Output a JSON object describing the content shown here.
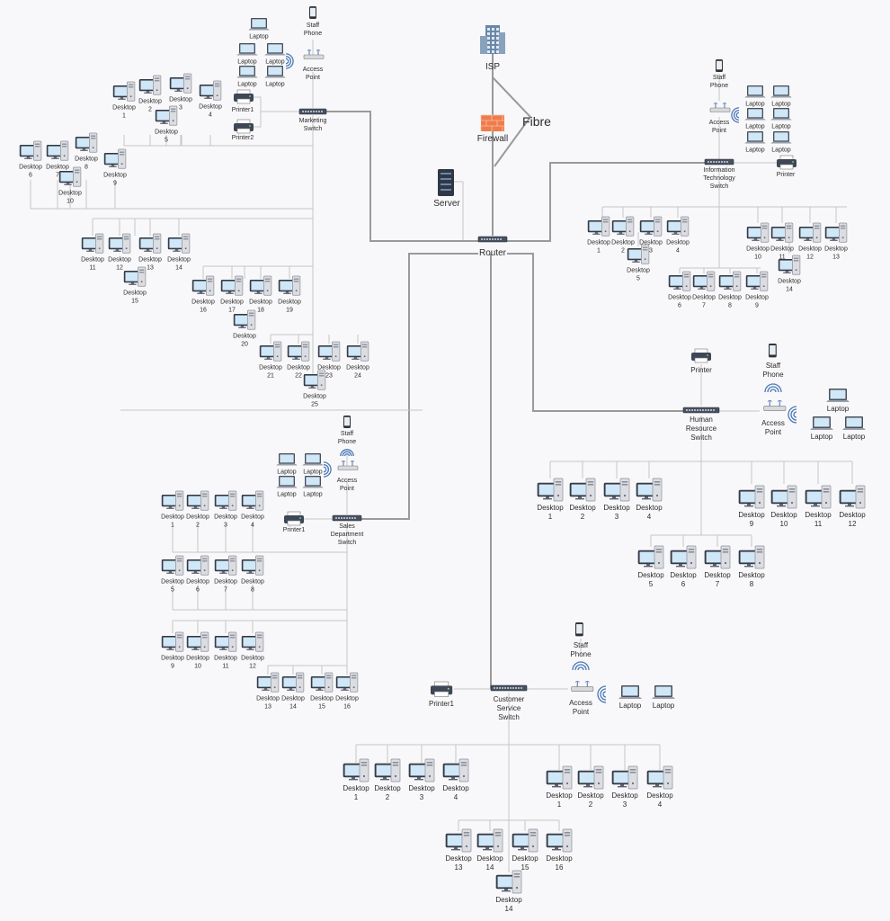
{
  "core": {
    "isp": "ISP",
    "firewall": "Firewall",
    "fibre": "Fibre",
    "server": "Server",
    "router": "Router"
  },
  "marketing": {
    "switch": [
      "Marketing",
      "Switch"
    ],
    "phone": [
      "Staff",
      "Phone"
    ],
    "access_point": [
      "Access",
      "Point"
    ],
    "laptops": [
      "Laptop",
      "Laptop",
      "Laptop",
      "Laptop",
      "Laptop"
    ],
    "printers": [
      "Printer1",
      "Printer2"
    ],
    "desktops": [
      [
        "Desktop",
        "1"
      ],
      [
        "Desktop",
        "2"
      ],
      [
        "Desktop",
        "3"
      ],
      [
        "Desktop",
        "4"
      ],
      [
        "Desktop",
        "5"
      ],
      [
        "Desktop",
        "6"
      ],
      [
        "Desktop",
        "7"
      ],
      [
        "Desktop",
        "8"
      ],
      [
        "Desktop",
        "9"
      ],
      [
        "Desktop",
        "10"
      ],
      [
        "Desktop",
        "11"
      ],
      [
        "Desktop",
        "12"
      ],
      [
        "Desktop",
        "13"
      ],
      [
        "Desktop",
        "14"
      ],
      [
        "Desktop",
        "15"
      ],
      [
        "Desktop",
        "16"
      ],
      [
        "Desktop",
        "17"
      ],
      [
        "Desktop",
        "18"
      ],
      [
        "Desktop",
        "19"
      ],
      [
        "Desktop",
        "20"
      ],
      [
        "Desktop",
        "21"
      ],
      [
        "Desktop",
        "22"
      ],
      [
        "Desktop",
        "23"
      ],
      [
        "Desktop",
        "24"
      ],
      [
        "Desktop",
        "25"
      ]
    ]
  },
  "it": {
    "switch": [
      "Information",
      "Technology",
      "Switch"
    ],
    "phone": [
      "Staff",
      "Phone"
    ],
    "access_point": [
      "Access",
      "Point"
    ],
    "laptops": [
      "Laptop",
      "Laptop",
      "Laptop",
      "Laptop",
      "Laptop",
      "Laptop"
    ],
    "printer": "Printer",
    "desktops": [
      [
        "Desktop",
        "1"
      ],
      [
        "Desktop",
        "2"
      ],
      [
        "Desktop",
        "3"
      ],
      [
        "Desktop",
        "4"
      ],
      [
        "Desktop",
        "5"
      ],
      [
        "Desktop",
        "6"
      ],
      [
        "Desktop",
        "7"
      ],
      [
        "Desktop",
        "8"
      ],
      [
        "Desktop",
        "9"
      ],
      [
        "Desktop",
        "10"
      ],
      [
        "Desktop",
        "11"
      ],
      [
        "Desktop",
        "12"
      ],
      [
        "Desktop",
        "13"
      ],
      [
        "Desktop",
        "14"
      ]
    ]
  },
  "hr": {
    "switch": [
      "Human",
      "Resource",
      "Switch"
    ],
    "phone": [
      "Staff",
      "Phone"
    ],
    "access_point": [
      "Access",
      "Point"
    ],
    "laptops": [
      "Laptop",
      "Laptop",
      "Laptop"
    ],
    "printer": "Printer",
    "desktops": [
      [
        "Desktop",
        "1"
      ],
      [
        "Desktop",
        "2"
      ],
      [
        "Desktop",
        "3"
      ],
      [
        "Desktop",
        "4"
      ],
      [
        "Desktop",
        "5"
      ],
      [
        "Desktop",
        "6"
      ],
      [
        "Desktop",
        "7"
      ],
      [
        "Desktop",
        "8"
      ],
      [
        "Desktop",
        "9"
      ],
      [
        "Desktop",
        "10"
      ],
      [
        "Desktop",
        "11"
      ],
      [
        "Desktop",
        "12"
      ]
    ]
  },
  "sales": {
    "switch": [
      "Sales",
      "Department",
      "Switch"
    ],
    "phone": [
      "Staff",
      "Phone"
    ],
    "access_point": [
      "Access",
      "Point"
    ],
    "laptops": [
      "Laptop",
      "Laptop",
      "Laptop",
      "Laptop"
    ],
    "printer": "Printer1",
    "desktops": [
      [
        "Desktop",
        "1"
      ],
      [
        "Desktop",
        "2"
      ],
      [
        "Desktop",
        "3"
      ],
      [
        "Desktop",
        "4"
      ],
      [
        "Desktop",
        "5"
      ],
      [
        "Desktop",
        "6"
      ],
      [
        "Desktop",
        "7"
      ],
      [
        "Desktop",
        "8"
      ],
      [
        "Desktop",
        "9"
      ],
      [
        "Desktop",
        "10"
      ],
      [
        "Desktop",
        "11"
      ],
      [
        "Desktop",
        "12"
      ],
      [
        "Desktop",
        "13"
      ],
      [
        "Desktop",
        "14"
      ],
      [
        "Desktop",
        "15"
      ],
      [
        "Desktop",
        "16"
      ]
    ]
  },
  "cs": {
    "switch": [
      "Customer",
      "Service",
      "Switch"
    ],
    "phone": [
      "Staff",
      "Phone"
    ],
    "access_point": [
      "Access",
      "Point"
    ],
    "laptops": [
      "Laptop",
      "Laptop"
    ],
    "printer": "Printer1",
    "desktops": [
      [
        "Desktop",
        "1"
      ],
      [
        "Desktop",
        "2"
      ],
      [
        "Desktop",
        "3"
      ],
      [
        "Desktop",
        "4"
      ],
      [
        "Desktop",
        "1"
      ],
      [
        "Desktop",
        "2"
      ],
      [
        "Desktop",
        "3"
      ],
      [
        "Desktop",
        "4"
      ],
      [
        "Desktop",
        "13"
      ],
      [
        "Desktop",
        "14"
      ],
      [
        "Desktop",
        "15"
      ],
      [
        "Desktop",
        "16"
      ],
      [
        "Desktop",
        "14"
      ]
    ]
  }
}
